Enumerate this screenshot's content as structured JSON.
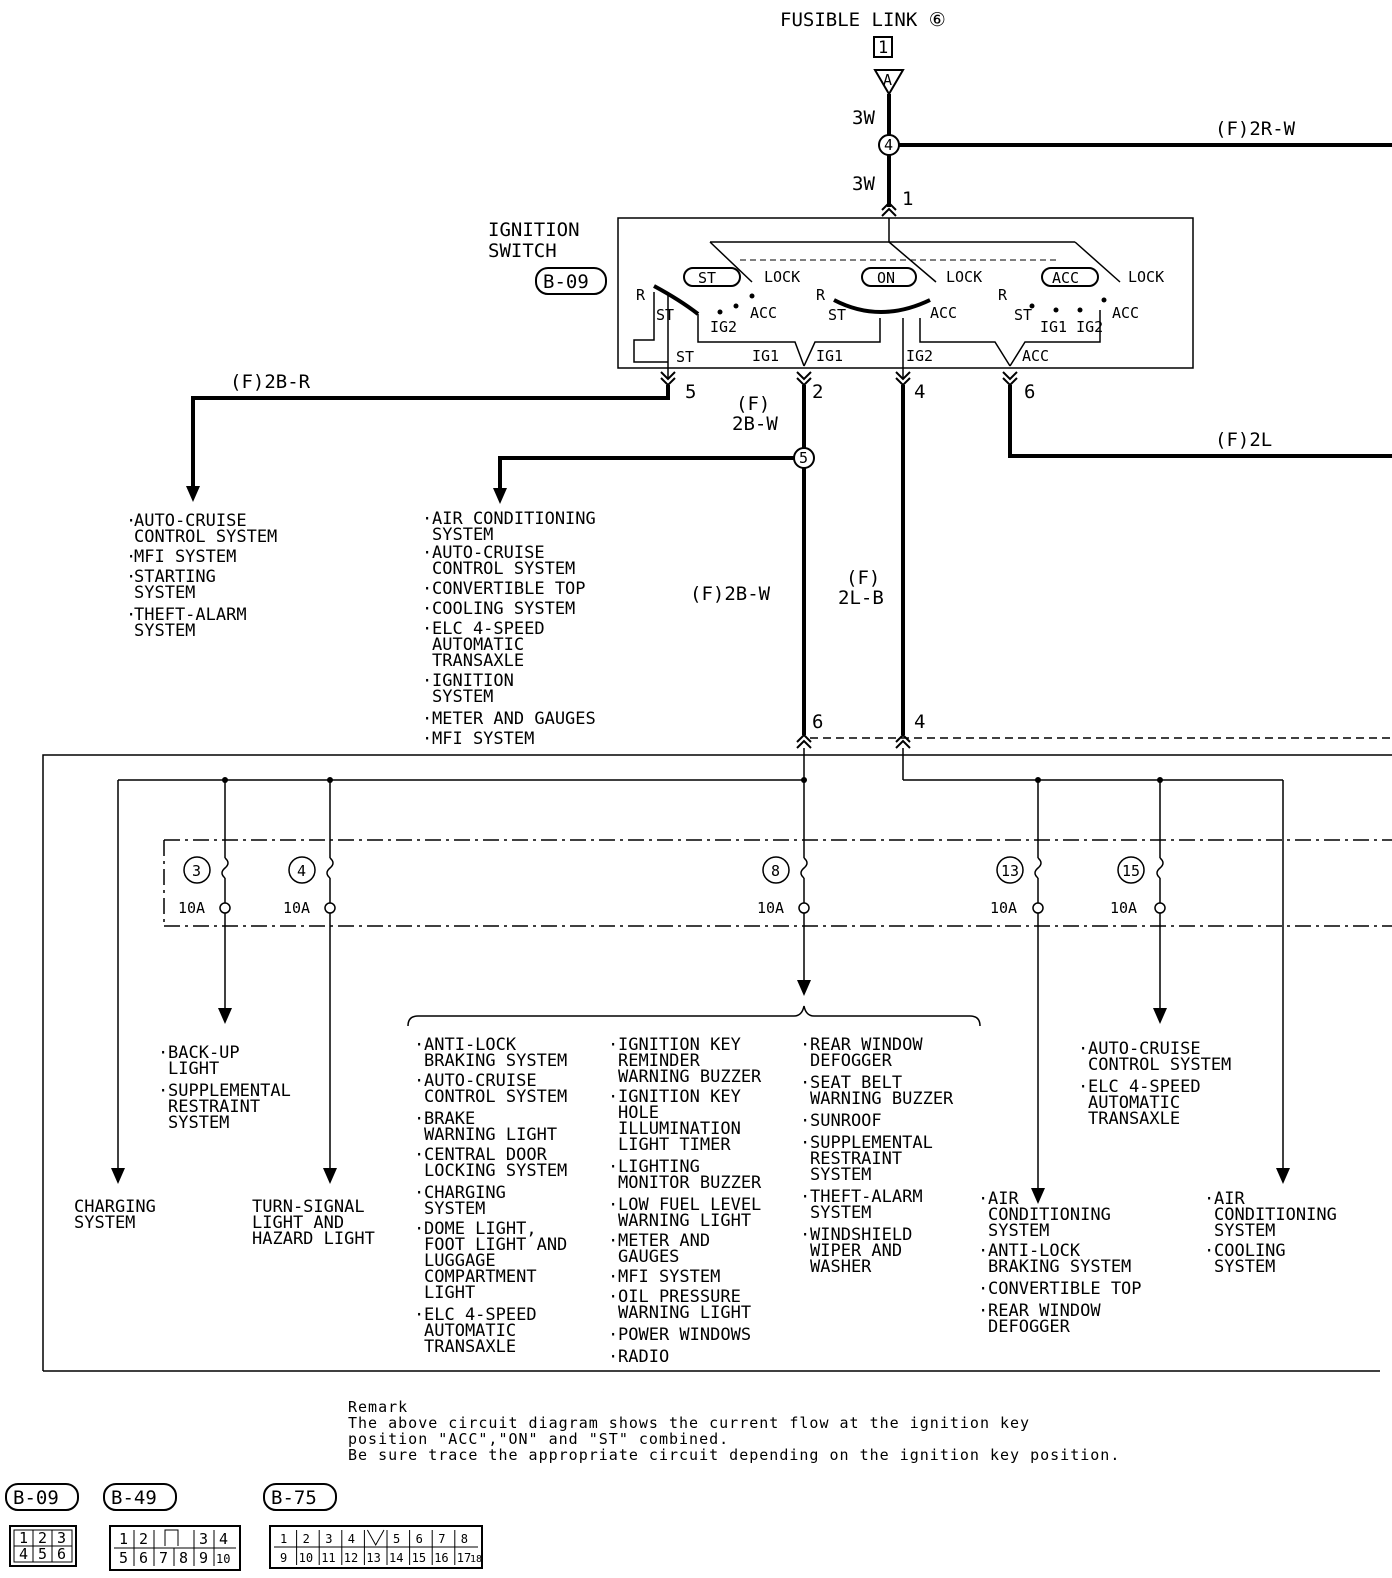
{
  "fusible_link": {
    "label": "FUSIBLE LINK ⑥",
    "conn": "1",
    "term": "A"
  },
  "wires": {
    "w3w_a": "3W",
    "w3w_b": "3W",
    "f2rw": "(F)2R-W",
    "f2br": "(F)2B-R",
    "f2bw_top": "(F)",
    "f2bw_top2": "2B-W",
    "f2l": "(F)2L",
    "f2bw_mid": "(F)2B-W",
    "f2lb_a": "(F)",
    "f2lb_b": "2L-B"
  },
  "switch": {
    "title1": "IGNITION",
    "title2": "SWITCH",
    "conn_id": "B-09",
    "pos_st": "ST",
    "pos_on": "ON",
    "pos_acc": "ACC",
    "lock": "LOCK",
    "acc": "ACC",
    "r": "R",
    "st": "ST",
    "ig1": "IG1",
    "ig2": "IG2",
    "ig1ig2": "IG1 IG2",
    "pins": {
      "p1": "1",
      "p2": "2",
      "p4": "4",
      "p5": "5",
      "p6": "6",
      "j4": "4",
      "j5": "5"
    }
  },
  "lists": {
    "st_loads": [
      "AUTO-CRUISE",
      "CONTROL SYSTEM",
      "MFI SYSTEM",
      "STARTING",
      "SYSTEM",
      "THEFT-ALARM",
      "SYSTEM"
    ],
    "ig1_loads": [
      "AIR CONDITIONING",
      "SYSTEM",
      "AUTO-CRUISE",
      "CONTROL SYSTEM",
      "CONVERTIBLE TOP",
      "COOLING SYSTEM",
      "ELC 4-SPEED",
      "AUTOMATIC",
      "TRANSAXLE",
      "IGNITION",
      "SYSTEM",
      "METER AND GAUGES",
      "MFI SYSTEM"
    ]
  },
  "fuse_block": {
    "conn_pins": {
      "a": "6",
      "b": "4"
    },
    "fuses": [
      {
        "num": "3",
        "rating": "10A"
      },
      {
        "num": "4",
        "rating": "10A"
      },
      {
        "num": "8",
        "rating": "10A"
      },
      {
        "num": "13",
        "rating": "10A"
      },
      {
        "num": "15",
        "rating": "10A"
      }
    ]
  },
  "outputs": {
    "charging": [
      "CHARGING",
      "SYSTEM"
    ],
    "turn": [
      "TURN-SIGNAL",
      "LIGHT AND",
      "HAZARD LIGHT"
    ],
    "backup": [
      "BACK-UP",
      "LIGHT",
      "SUPPLEMENTAL",
      "RESTRAINT",
      "SYSTEM"
    ],
    "f8_col1": [
      "ANTI-LOCK",
      "BRAKING SYSTEM",
      "AUTO-CRUISE",
      "CONTROL SYSTEM",
      "BRAKE",
      "WARNING LIGHT",
      "CENTRAL DOOR",
      "LOCKING SYSTEM",
      "CHARGING",
      "SYSTEM",
      "DOME LIGHT,",
      "FOOT LIGHT AND",
      "LUGGAGE",
      "COMPARTMENT",
      "LIGHT",
      "ELC 4-SPEED",
      "AUTOMATIC",
      "TRANSAXLE"
    ],
    "f8_col2": [
      "IGNITION KEY",
      "REMINDER",
      "WARNING BUZZER",
      "IGNITION KEY",
      "HOLE",
      "ILLUMINATION",
      "LIGHT TIMER",
      "LIGHTING",
      "MONITOR BUZZER",
      "LOW FUEL LEVEL",
      "WARNING LIGHT",
      "METER AND",
      "GAUGES",
      "MFI SYSTEM",
      "OIL PRESSURE",
      "WARNING LIGHT",
      "POWER WINDOWS",
      "RADIO"
    ],
    "f8_col3": [
      "REAR WINDOW",
      "DEFOGGER",
      "SEAT BELT",
      "WARNING BUZZER",
      "SUNROOF",
      "SUPPLEMENTAL",
      "RESTRAINT",
      "SYSTEM",
      "THEFT-ALARM",
      "SYSTEM",
      "WINDSHIELD",
      "WIPER AND",
      "WASHER"
    ],
    "f13": [
      "AIR",
      "CONDITIONING",
      "SYSTEM",
      "ANTI-LOCK",
      "BRAKING SYSTEM",
      "CONVERTIBLE TOP",
      "REAR WINDOW",
      "DEFOGGER"
    ],
    "f15": [
      "AUTO-CRUISE",
      "CONTROL SYSTEM",
      "ELC 4-SPEED",
      "AUTOMATIC",
      "TRANSAXLE"
    ],
    "right": [
      "AIR",
      "CONDITIONING",
      "SYSTEM",
      "COOLING",
      "SYSTEM"
    ]
  },
  "remark": {
    "title": "Remark",
    "l1": "The above circuit diagram shows the current flow at the ignition key",
    "l2": "position \"ACC\",\"ON\" and \"ST\" combined.",
    "l3": "Be sure trace the appropriate circuit depending on the ignition key position."
  },
  "connectors": {
    "b09": {
      "id": "B-09",
      "pins": [
        "1",
        "2",
        "3",
        "4",
        "5",
        "6"
      ]
    },
    "b49": {
      "id": "B-49",
      "pins": [
        "1",
        "2",
        "3",
        "4",
        "5",
        "6",
        "7",
        "8",
        "9",
        "10"
      ]
    },
    "b75": {
      "id": "B-75",
      "pins": [
        "1",
        "2",
        "3",
        "4",
        "5",
        "6",
        "7",
        "8",
        "9",
        "10",
        "11",
        "12",
        "13",
        "14",
        "15",
        "16",
        "17",
        "18"
      ]
    }
  }
}
